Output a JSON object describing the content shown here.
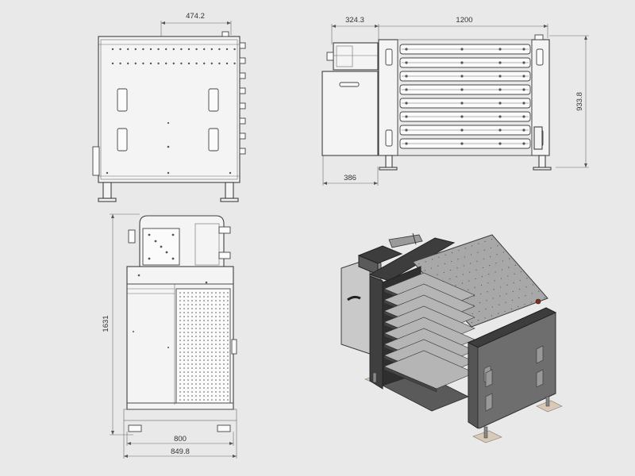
{
  "dimensions": {
    "front_depth": "474.2",
    "side_left": "324.3",
    "side_width": "1200",
    "side_height": "933.8",
    "side_bottom": "386",
    "top_height": "1631",
    "top_inner_width": "800",
    "top_outer_width": "849.8"
  },
  "colors": {
    "background": "#e9e9e9",
    "line": "#4a4a4a",
    "iso_dark": "#3d3d3d",
    "iso_mid": "#8a8a8a",
    "iso_light": "#c9c9c9",
    "iso_foot": "#d8c9b8"
  }
}
